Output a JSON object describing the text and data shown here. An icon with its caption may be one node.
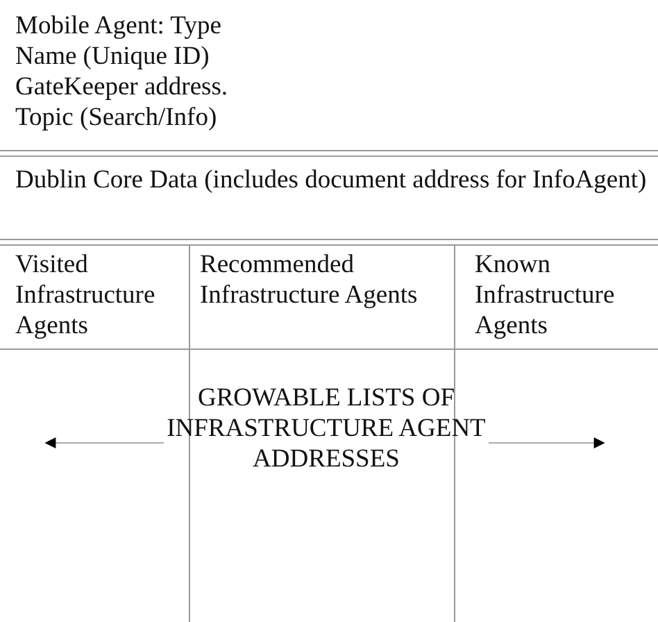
{
  "diagram": {
    "nodes": [
      {
        "text": [
          "Mobile Agent: Type",
          "Name (Unique ID)",
          "GateKeeper address.",
          "Topic (Search/Info)"
        ]
      },
      {
        "text": [
          "Dublin Core Data (includes document address for InfoAgent)"
        ]
      },
      {
        "text": [
          "Visited Infrastructure Agents"
        ]
      },
      {
        "text": [
          "Recommended Infrastructure Agents"
        ]
      },
      {
        "text": [
          "Known Infrastructure Agents"
        ]
      },
      {
        "text": [
          "GROWABLE LISTS OF INFRASTRUCTURE AGENT ADDRESSES"
        ]
      }
    ],
    "edges": [
      {
        "from": 5,
        "to": null,
        "arrow": "to"
      },
      {
        "from": 5,
        "to": null,
        "arrow": "to"
      }
    ]
  }
}
